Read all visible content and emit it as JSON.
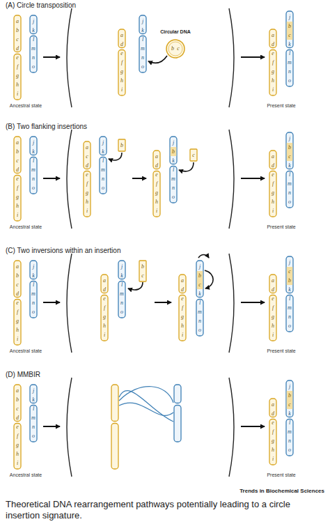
{
  "diagram": {
    "labels": [
      "(A) Circle transposition",
      "a",
      "b",
      "c",
      "d",
      "e",
      "f",
      "g",
      "h",
      "i",
      "j",
      "k",
      "l",
      "m",
      "n",
      "o",
      "Circular DNA",
      "a",
      "d",
      "e",
      "f",
      "g",
      "h",
      "i",
      "j",
      "k",
      "l",
      "m",
      "n",
      "o",
      "b",
      "c",
      "a",
      "d",
      "e",
      "f",
      "g",
      "h",
      "i",
      "j",
      "b",
      "c",
      "k",
      "l",
      "m",
      "n",
      "o",
      "Ancestral state",
      "Present state",
      "(B) Two flanking insertions",
      "a",
      "b",
      "c",
      "d",
      "e",
      "f",
      "g",
      "h",
      "i",
      "j",
      "k",
      "l",
      "m",
      "n",
      "o",
      "a",
      "c",
      "d",
      "e",
      "f",
      "g",
      "h",
      "i",
      "j",
      "k",
      "l",
      "m",
      "n",
      "o",
      "b",
      "a",
      "d",
      "e",
      "f",
      "g",
      "h",
      "i",
      "j",
      "b",
      "k",
      "l",
      "m",
      "n",
      "o",
      "c",
      "a",
      "d",
      "e",
      "f",
      "g",
      "h",
      "i",
      "j",
      "b",
      "c",
      "k",
      "l",
      "m",
      "n",
      "o",
      "Ancestral state",
      "Present state",
      "(C) Two inversions within an insertion",
      "a",
      "b",
      "c",
      "d",
      "e",
      "f",
      "g",
      "h",
      "i",
      "j",
      "k",
      "l",
      "m",
      "n",
      "o",
      "a",
      "d",
      "e",
      "f",
      "g",
      "h",
      "i",
      "j",
      "k",
      "l",
      "m",
      "n",
      "o",
      "b",
      "c",
      "a",
      "d",
      "e",
      "f",
      "g",
      "h",
      "i",
      "j",
      "b",
      "c",
      "k",
      "l",
      "m",
      "n",
      "o",
      "a",
      "d",
      "e",
      "f",
      "g",
      "h",
      "i",
      "j",
      "c",
      "b",
      "k",
      "l",
      "m",
      "n",
      "o",
      "Ancestral state",
      "Present state",
      "(D) MMBIR",
      "a",
      "b",
      "c",
      "d",
      "e",
      "f",
      "g",
      "h",
      "i",
      "j",
      "k",
      "l",
      "m",
      "n",
      "o",
      "a",
      "d",
      "e",
      "f",
      "g",
      "h",
      "i",
      "j",
      "b",
      "c",
      "k",
      "l",
      "m",
      "n",
      "o",
      "Ancestral state",
      "Present state",
      "Trends in Biochemical Sciences"
    ],
    "caption": "Theoretical DNA rearrangement pathways potentially leading to a circle insertion signature."
  }
}
